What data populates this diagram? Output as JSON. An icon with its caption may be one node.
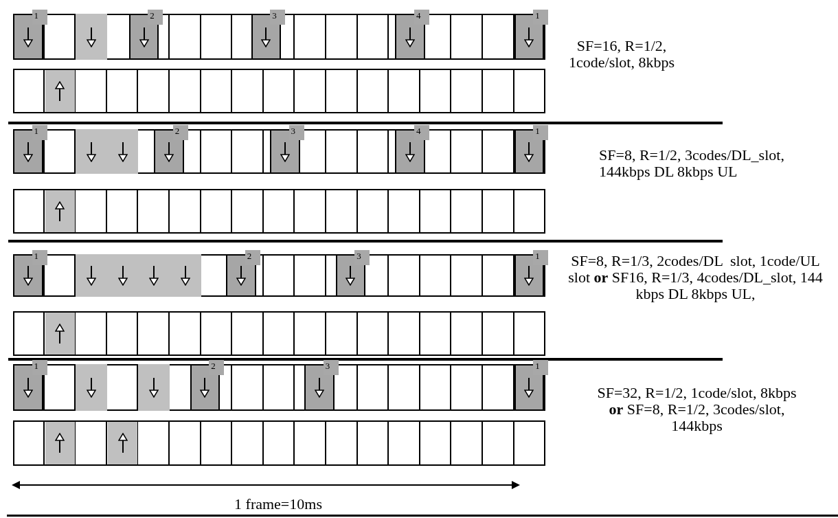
{
  "diagram": {
    "labels": [
      "1",
      "2",
      "3",
      "4",
      "1",
      "SF=16, R=1/2, 1code/slot, 8kbps",
      "1",
      "2",
      "3",
      "4",
      "1",
      "SF=8, R=1/2, 3codes/DL_slot, 144kbps DL 8kbps UL",
      "1",
      "2",
      "3",
      "1",
      "SF=8, R=1/3, 2codes/DL  slot, 1code/UL  slot **or** SF16, R=1/3, 4codes/DL_slot, 144 kbps DL 8kbps UL,",
      "1",
      "2",
      "3",
      "1",
      "SF=32, R=1/2, 1code/slot, 8kbps **or** SF=8, R=1/2, 3codes/slot, 144kbps",
      "1 frame=10ms"
    ]
  }
}
